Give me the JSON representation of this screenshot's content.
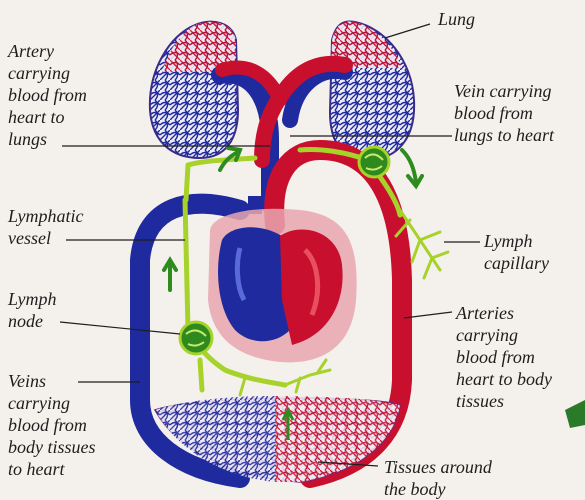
{
  "labels": {
    "lung": "Lung",
    "artery_to_lungs": "Artery\ncarrying\nblood from\nheart to\nlungs",
    "vein_from_lungs": "Vein carrying\nblood from\nlungs to heart",
    "lymphatic_vessel": "Lymphatic\nvessel",
    "lymph_capillary": "Lymph\ncapillary",
    "lymph_node": "Lymph\nnode",
    "arteries_to_body": "Arteries\ncarrying\nblood from\nheart to body\ntissues",
    "veins_from_body": "Veins\ncarrying\nblood from\nbody tissues\nto heart",
    "tissues_around_body": "Tissues around\nthe body"
  },
  "colors": {
    "oxygenated_blood": "#c8102e",
    "deoxygenated_blood": "#1f2a9e",
    "lymph": "#a6d22a",
    "lymph_node": "#2f8a1e",
    "heart_sac": "#e8a6b0",
    "flow_arrow": "#2e8b1e"
  }
}
